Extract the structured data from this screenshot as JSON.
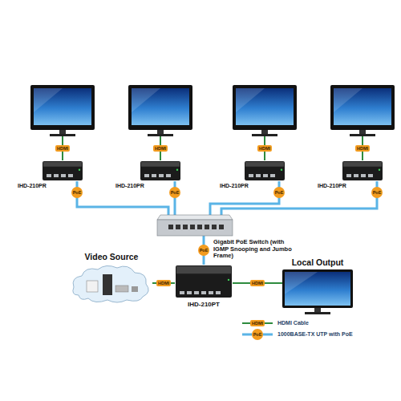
{
  "diagram": {
    "nodes": [
      {
        "text": [
          "IHD-210PR"
        ]
      },
      {
        "text": [
          "IHD-210PR"
        ]
      },
      {
        "text": [
          "IHD-210PR"
        ]
      },
      {
        "text": [
          "IHD-210PR"
        ]
      },
      {
        "text": [
          "Gigabit PoE Switch (with IGMP Snooping and Jumbo Frame)"
        ]
      },
      {
        "text": [
          "Video Source"
        ]
      },
      {
        "text": [
          "IHD-210PT"
        ]
      },
      {
        "text": [
          "Local Output"
        ]
      }
    ],
    "edges": [
      {
        "from": 0,
        "to": 4,
        "arrow": "none",
        "label": "PoE"
      },
      {
        "from": 1,
        "to": 4,
        "arrow": "none",
        "label": "PoE"
      },
      {
        "from": 2,
        "to": 4,
        "arrow": "none",
        "label": "PoE"
      },
      {
        "from": 3,
        "to": 4,
        "arrow": "none",
        "label": "PoE"
      },
      {
        "from": 4,
        "to": 6,
        "arrow": "none",
        "label": "PoE"
      },
      {
        "from": 5,
        "to": 6,
        "arrow": "none",
        "label": "HDMI"
      },
      {
        "from": 6,
        "to": 7,
        "arrow": "none",
        "label": "HDMI"
      }
    ],
    "labels": [
      "HDMI",
      "HDMI",
      "HDMI",
      "HDMI",
      "HDMI",
      "PoE"
    ],
    "legend": [
      {
        "text": "HDMI Cable"
      },
      {
        "text": "1000BASE-TX UTP with PoE"
      }
    ]
  }
}
